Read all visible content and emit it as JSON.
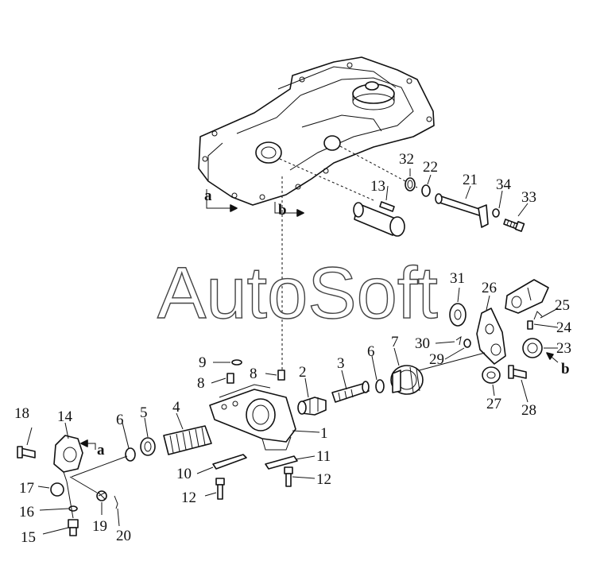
{
  "watermark": "AutoSoft",
  "callouts": {
    "n1": "1",
    "n2": "2",
    "n3": "3",
    "n4": "4",
    "n5": "5",
    "n6a": "6",
    "n6b": "6",
    "n7": "7",
    "n8a": "8",
    "n8b": "8",
    "n9": "9",
    "n10": "10",
    "n11": "11",
    "n12a": "12",
    "n12b": "12",
    "n13": "13",
    "n14": "14",
    "n15": "15",
    "n16": "16",
    "n17": "17",
    "n18": "18",
    "n19": "19",
    "n20": "20",
    "n21": "21",
    "n22": "22",
    "n23": "23",
    "n24": "24",
    "n25": "25",
    "n26": "26",
    "n27": "27",
    "n28": "28",
    "n29": "29",
    "n30": "30",
    "n31": "31",
    "n32": "32",
    "n33": "33",
    "n34": "34"
  },
  "section_marks": {
    "a_top": "a",
    "b_top": "b",
    "a_left": "a",
    "b_right": "b"
  }
}
